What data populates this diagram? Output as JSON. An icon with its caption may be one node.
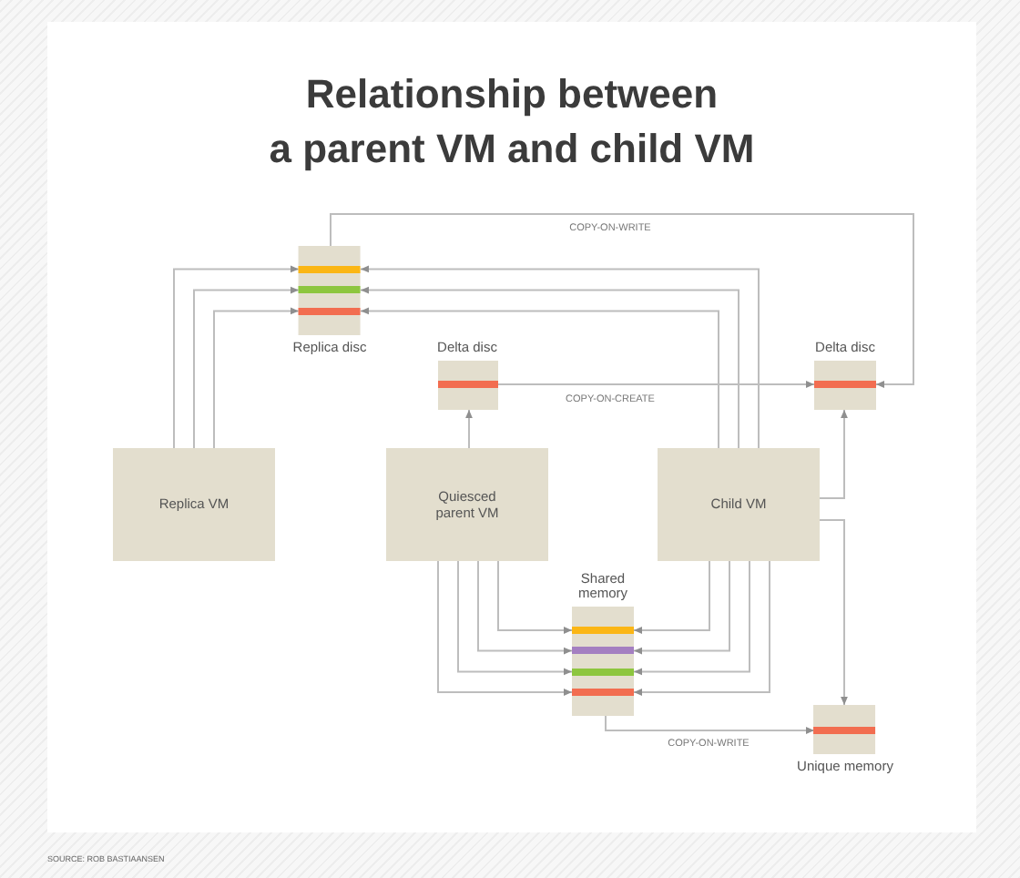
{
  "diagram": {
    "title": "Relationship between a parent VM and child VM",
    "nodes": [
      {
        "text": [
          "Replica disc"
        ]
      },
      {
        "text": [],
        "shape": "bar",
        "in": 0
      },
      {
        "text": [],
        "shape": "bar",
        "in": 0
      },
      {
        "text": [],
        "shape": "bar",
        "in": 0
      },
      {
        "text": [
          "Delta disc"
        ]
      },
      {
        "text": [],
        "shape": "bar",
        "in": 4
      },
      {
        "text": [
          "Delta disc"
        ]
      },
      {
        "text": [],
        "shape": "bar",
        "in": 6
      },
      {
        "text": [
          "Replica VM"
        ]
      },
      {
        "text": [
          "Quiesced parent VM"
        ]
      },
      {
        "text": [
          "Child VM"
        ]
      },
      {
        "text": [
          "Shared memory"
        ]
      },
      {
        "text": [],
        "shape": "bar",
        "in": 11
      },
      {
        "text": [],
        "shape": "bar",
        "in": 11
      },
      {
        "text": [],
        "shape": "bar",
        "in": 11
      },
      {
        "text": [],
        "shape": "bar",
        "in": 11
      },
      {
        "text": [
          "Unique memory"
        ]
      },
      {
        "text": [],
        "shape": "bar",
        "in": 16
      }
    ],
    "edges": [
      {
        "from": 8,
        "to": 1,
        "arrow": "to"
      },
      {
        "from": 8,
        "to": 2,
        "arrow": "to"
      },
      {
        "from": 8,
        "to": 3,
        "arrow": "to"
      },
      {
        "from": 10,
        "to": 1,
        "arrow": "to"
      },
      {
        "from": 10,
        "to": 2,
        "arrow": "to"
      },
      {
        "from": 10,
        "to": 3,
        "arrow": "to"
      },
      {
        "from": 0,
        "to": 7,
        "arrow": "to",
        "label": "COPY-ON-WRITE"
      },
      {
        "from": 9,
        "to": 4,
        "arrow": "to"
      },
      {
        "from": 5,
        "to": 7,
        "arrow": "to",
        "label": "COPY-ON-CREATE"
      },
      {
        "from": 10,
        "to": 6,
        "arrow": "to"
      },
      {
        "from": 10,
        "to": 16,
        "arrow": "to"
      },
      {
        "from": 9,
        "to": 12,
        "arrow": "to"
      },
      {
        "from": 9,
        "to": 13,
        "arrow": "to"
      },
      {
        "from": 9,
        "to": 14,
        "arrow": "to"
      },
      {
        "from": 9,
        "to": 15,
        "arrow": "to"
      },
      {
        "from": 10,
        "to": 12,
        "arrow": "to"
      },
      {
        "from": 10,
        "to": 13,
        "arrow": "to"
      },
      {
        "from": 10,
        "to": 14,
        "arrow": "to"
      },
      {
        "from": 10,
        "to": 15,
        "arrow": "to"
      },
      {
        "from": 11,
        "to": 17,
        "arrow": "to",
        "label": "COPY-ON-WRITE"
      }
    ],
    "labels": [
      "SOURCE: ROB BASTIAANSEN"
    ]
  }
}
